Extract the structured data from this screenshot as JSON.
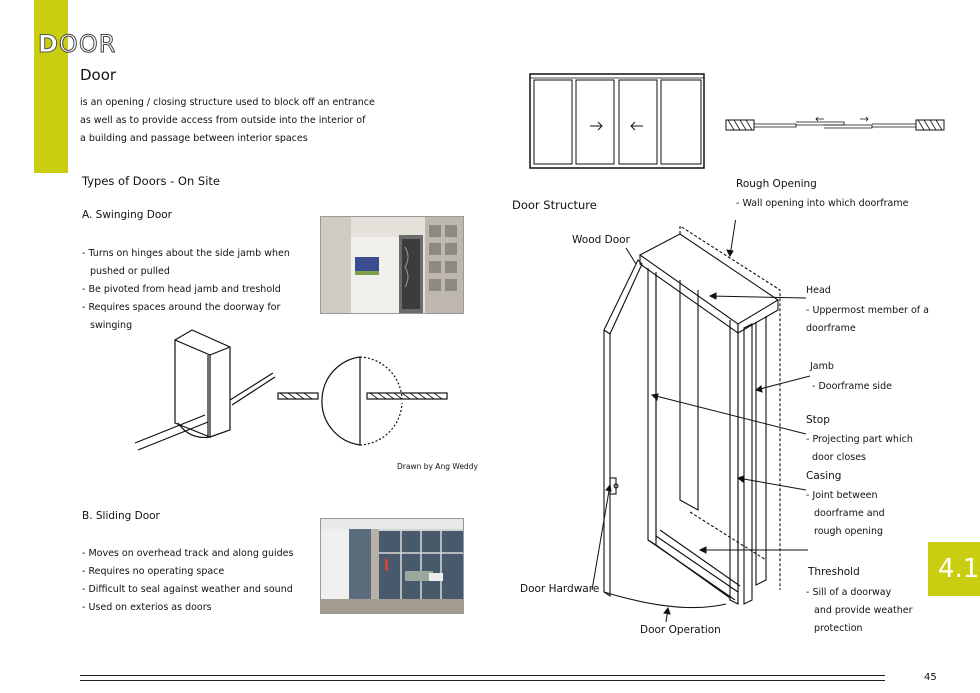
{
  "title": {
    "first_letter": "D",
    "rest": "OOR"
  },
  "heading": "Door",
  "definition": [
    "is an opening / closing structure used to block off an entrance",
    "as well as to provide access from outside into the interior of",
    "a building and passage between interior spaces"
  ],
  "types_heading": "Types of Doors - On Site",
  "swinging": {
    "heading": "A. Swinging Door",
    "bullets": [
      "- Turns on hinges about the side jamb when",
      "  pushed or pulled",
      "- Be pivoted from head jamb and treshold",
      "- Requires spaces around the doorway for",
      "  swinging"
    ],
    "credit": "Drawn by Ang Weddy"
  },
  "sliding": {
    "heading": "B. Sliding Door",
    "bullets": [
      "- Moves on overhead track and along guides",
      "- Requires no operating space",
      "- Difficult to seal against weather and sound",
      "- Used on exterios as doors"
    ]
  },
  "structure": {
    "heading": "Door Structure",
    "rough_opening": {
      "title": "Rough Opening",
      "desc": "- Wall opening into which doorframe"
    },
    "wood_door": "Wood Door",
    "head": {
      "title": "Head",
      "desc": [
        "- Uppermost member of a",
        "doorframe"
      ]
    },
    "jamb": {
      "title": "Jamb",
      "desc": [
        "- Doorframe side"
      ]
    },
    "stop": {
      "title": "Stop",
      "desc": [
        "- Projecting part which",
        "door closes"
      ]
    },
    "casing": {
      "title": "Casing",
      "desc": [
        "- Joint between",
        "doorframe and",
        "rough opening"
      ]
    },
    "threshold": {
      "title": "Threshold",
      "desc": [
        "- Sill of a doorway",
        "and provide weather",
        "protection"
      ]
    },
    "door_hardware": "Door Hardware",
    "door_operation": "Door Operation"
  },
  "section_badge": "4.1",
  "page_number": "45",
  "colors": {
    "accent": "#c9cf10"
  }
}
